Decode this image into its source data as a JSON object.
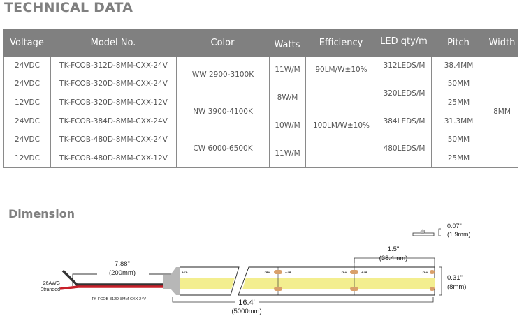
{
  "title": "TECHNICAL DATA",
  "table": {
    "headers": [
      "Voltage",
      "Model No.",
      "Color",
      "Watts",
      "Efficiency",
      "LED qty/m",
      "Pitch",
      "Width"
    ],
    "voltage": [
      "24VDC",
      "24VDC",
      "12VDC",
      "24VDC",
      "24VDC",
      "12VDC"
    ],
    "model": [
      "TK-FCOB-312D-8MM-CXX-24V",
      "TK-FCOB-320D-8MM-CXX-24V",
      "TK-FCOB-320D-8MM-CXX-12V",
      "TK-FCOB-384D-8MM-CXX-24V",
      "TK-FCOB-480D-8MM-CXX-24V",
      "TK-FCOB-480D-8MM-CXX-12V"
    ],
    "color": [
      "WW 2900-3100K",
      "NW 3900-4100K",
      "CW 6000-6500K"
    ],
    "watts": [
      "11W/M",
      "8W/M",
      "10W/M",
      "11W/M"
    ],
    "efficiency": [
      "90LM/W±10%",
      "100LM/W±10%"
    ],
    "led_qty": [
      "312LEDS/M",
      "320LEDS/M",
      "384LEDS/M",
      "480LEDS/M"
    ],
    "pitch": [
      "38.4MM",
      "50MM",
      "25MM",
      "31.3MM",
      "50MM",
      "25MM"
    ],
    "width": "8MM"
  },
  "dimension": {
    "title": "Dimension",
    "lead_len_in": "7.88\"",
    "lead_len_mm": "(200mm)",
    "wire": [
      "26AWG",
      "Stranded"
    ],
    "model_label": "TK-FCOB-312D-8MM-CXX-24V",
    "cut_in": "1.5\"",
    "cut_mm": "(38.4mm)",
    "width_in": "0.31\"",
    "width_mm": "(8mm)",
    "thick_in": "0.07\"",
    "thick_mm": "(1.9mm)",
    "total_in": "16.4'",
    "total_mm": "(5000mm)",
    "pad_plus": "24+",
    "pad_plus_r": "+24",
    "pad_minus": "-"
  },
  "colors": {
    "header": "#808080",
    "strip": "#f3ee8f",
    "pad": "#d9a06a",
    "red_wire": "#c8202a"
  }
}
